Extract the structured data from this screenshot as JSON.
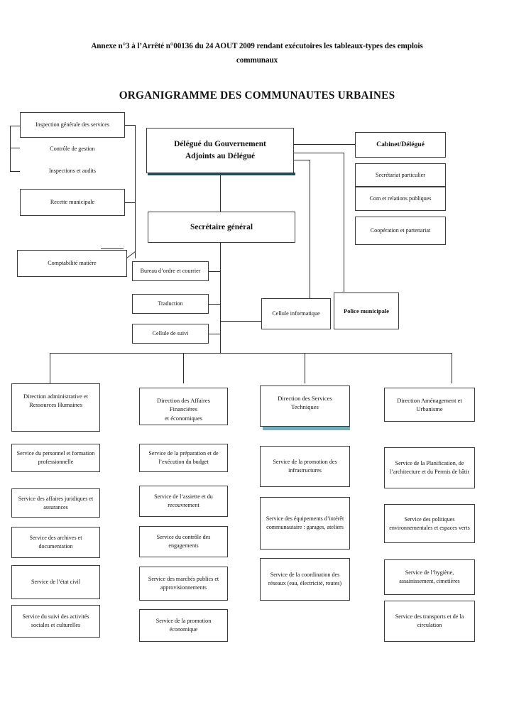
{
  "document": {
    "header_line1": "Annexe n°3 à l’Arrêté n°00136 du 24 AOUT 2009 rendant exécutoires les tableaux-types des emplois",
    "header_line2": "communaux",
    "title": "ORGANIGRAMME DES COMMUNAUTES URBAINES"
  },
  "colors": {
    "box_border": "#3b3b3b",
    "line": "#2b2b2b",
    "shadow_dark_teal": "#1d4e5f",
    "shadow_light_teal": "#6fb0bb",
    "page_background": "#ffffff",
    "text": "#111111"
  },
  "chart_data": {
    "type": "diagram",
    "title": "ORGANIGRAMME DES COMMUNAUTES URBAINES",
    "orientation": "top-down org chart"
  },
  "executive": {
    "head_line1": "Délégué du Gouvernement",
    "head_line2": "Adjoints au Délégué",
    "secretary_general": "Secrétaire général"
  },
  "left_column": {
    "inspection_generale": "Inspection générale des services",
    "controle_de_gestion": "Contrôle de gestion",
    "inspections_et_audits": "Inspections et audits",
    "recette_municipale": "Recette municipale",
    "comptabilite_matiere": "Comptabilité matière"
  },
  "right_column": {
    "cabinet": "Cabinet/Délégué",
    "items": [
      "Secrétariat particulier",
      "Com et relations publiques",
      "Coopération et partenariat"
    ]
  },
  "sg_units": {
    "items": [
      "Bureau d’ordre et courrier",
      "Traduction",
      "Cellule de suivi"
    ],
    "cellule_informatique": "Cellule informatique",
    "police_municipale": "Police municipale"
  },
  "directions": [
    {
      "title_line1": "Direction administrative et",
      "title_line2": "Ressources Humaines",
      "services": [
        "Service du personnel et formation professionnelle",
        "Service des affaires juridiques et assurances",
        "Service des archives et documentation",
        "Service de l’état civil",
        "Service du suivi des activités sociales et culturelles"
      ]
    },
    {
      "title_line1": "Direction des Affaires Financières",
      "title_line2": "et économiques",
      "services": [
        "Service de la préparation et de l’exécution du budget",
        "Service de l’assiette et du recouvrement",
        "Service du contrôle des engagements",
        "Service des marchés publics et approvisionnements",
        "Service de la promotion économique"
      ]
    },
    {
      "title_line1": "Direction des Services",
      "title_line2": "Techniques",
      "services": [
        "Service de la promotion des infrastructures",
        "Service des équipements d’intérêt communautaire : garages, ateliers",
        "Service de la coordination des réseaux (eau, électricité, routes)"
      ]
    },
    {
      "title_line1": "Direction Aménagement et",
      "title_line2": "Urbanisme",
      "services": [
        "Service de la Planification, de l’architecture et du Permis de bâtir",
        "Service des politiques environnementales et espaces verts",
        "Service de l’hygiène, assainissement, cimetières",
        "Service des transports et de la circulation"
      ]
    }
  ]
}
